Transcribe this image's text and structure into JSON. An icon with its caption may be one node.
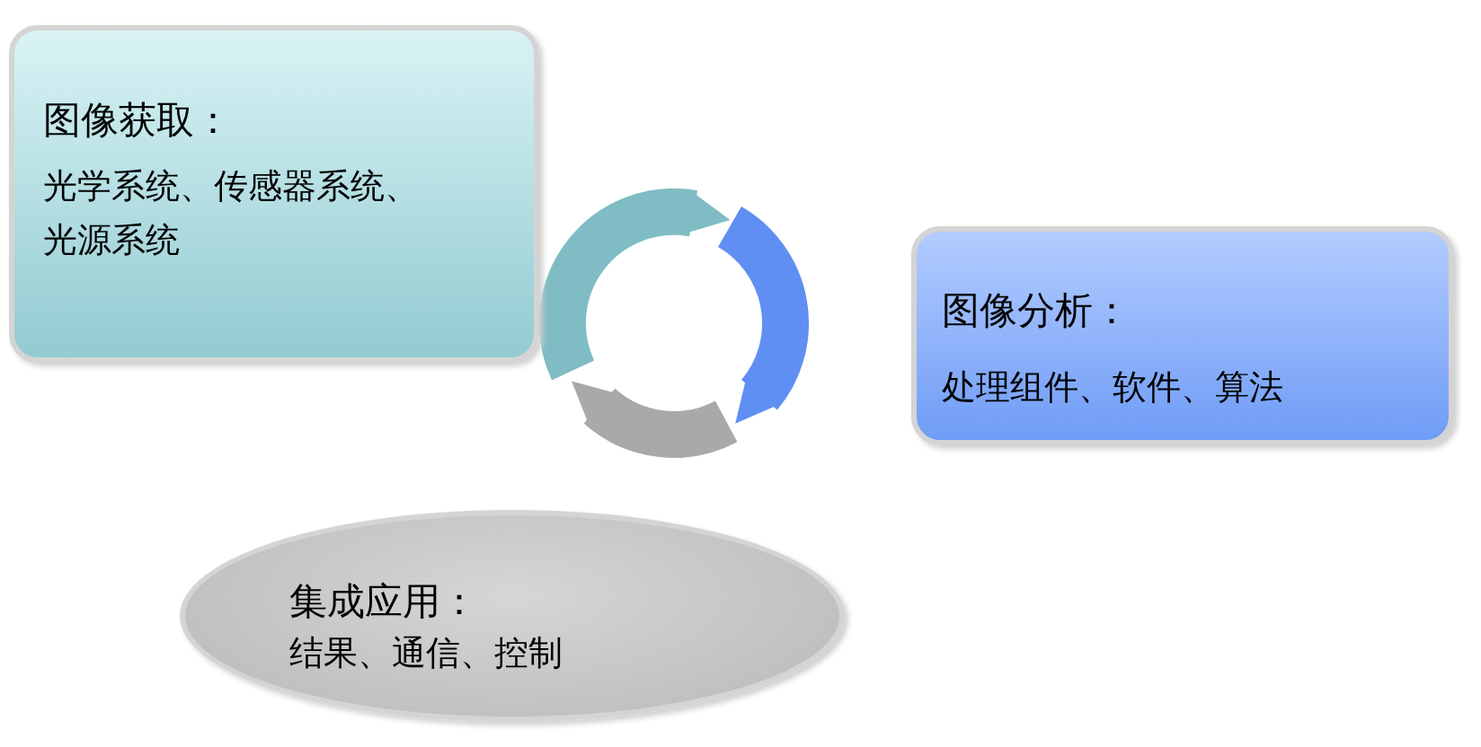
{
  "diagram": {
    "nodes": [
      {
        "text": [
          "图像获取：",
          "光学系统、传感器系统、光源系统"
        ]
      },
      {
        "text": [
          "图像分析：",
          "处理组件、软件、算法"
        ]
      },
      {
        "text": [
          "集成应用：",
          "结果、通信、控制"
        ]
      }
    ]
  }
}
